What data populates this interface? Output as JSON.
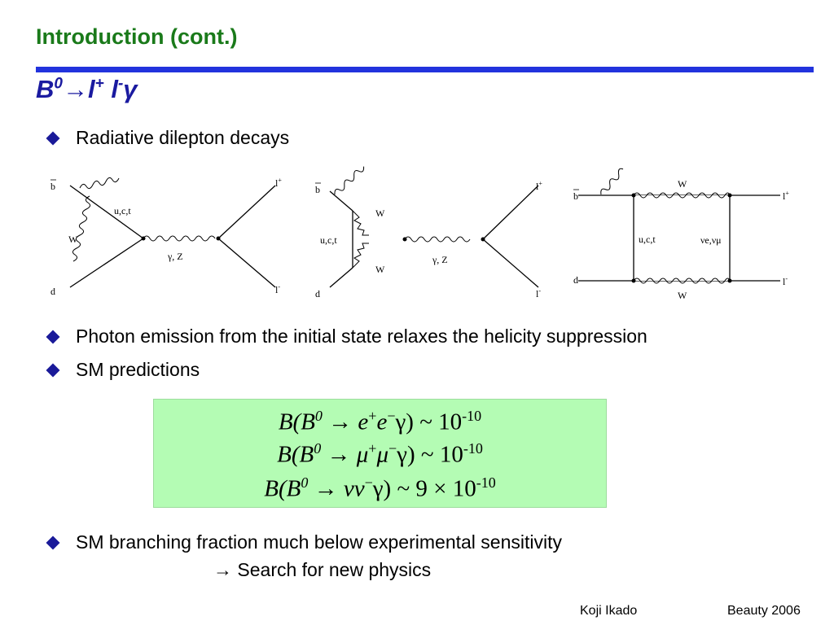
{
  "slide": {
    "title": "Introduction (cont.)",
    "subtitle_prefix": "B",
    "subtitle_sup0": "0",
    "subtitle_arrow": "→",
    "subtitle_l1": "l",
    "subtitle_sup_plus": "+",
    "subtitle_l2": " l",
    "subtitle_sup_minus": "-",
    "subtitle_gamma": "γ"
  },
  "bullets": [
    {
      "text": "Radiative dilepton decays"
    },
    {
      "text": "Photon emission from the initial state relaxes the helicity suppression"
    },
    {
      "text": "SM predictions"
    },
    {
      "text": "SM branching fraction much below experimental sensitivity"
    }
  ],
  "search_line": "→ Search for new physics",
  "diagrams": {
    "d1": {
      "b": "b",
      "d": "d",
      "W": "W",
      "quarks": "u,c,t",
      "boson": "γ, Z",
      "lplus": "l",
      "lminus": "l"
    },
    "d2": {
      "b": "b",
      "d": "d",
      "W1": "W",
      "W2": "W",
      "quarks": "u,c,t",
      "boson": "γ, Z",
      "lplus": "l",
      "lminus": "l"
    },
    "d3": {
      "b": "b",
      "d": "d",
      "Wtop": "W",
      "Wbot": "W",
      "quarks": "u,c,t",
      "nu": "νe,νμ",
      "lplus": "l",
      "lminus": "l"
    }
  },
  "predictions": [
    {
      "lhs": "B(B",
      "sup0": "0",
      "arrow": " → ",
      "products": "e",
      "p1": "+",
      "mid": "e",
      "p2": "−",
      "tail": "γ)  ~ 10",
      "exp": "-10"
    },
    {
      "lhs": "B(B",
      "sup0": "0",
      "arrow": " → ",
      "products": "μ",
      "p1": "+",
      "mid": "μ",
      "p2": "−",
      "tail": "γ) ~ 10",
      "exp": "-10"
    },
    {
      "lhs": "B(B",
      "sup0": "0",
      "arrow": " → ",
      "products": "νν",
      "p1": "",
      "mid": "",
      "p2": "−",
      "tail": "γ)   ~  9 × 10",
      "exp": "-10"
    }
  ],
  "footer": {
    "author": "Koji Ikado",
    "event": "Beauty 2006"
  },
  "colors": {
    "title": "#1a7a1a",
    "rule": "#2233dd",
    "subtitle": "#1a1aa0",
    "bullet": "#1a1a99",
    "box": "#b4fcb4"
  }
}
